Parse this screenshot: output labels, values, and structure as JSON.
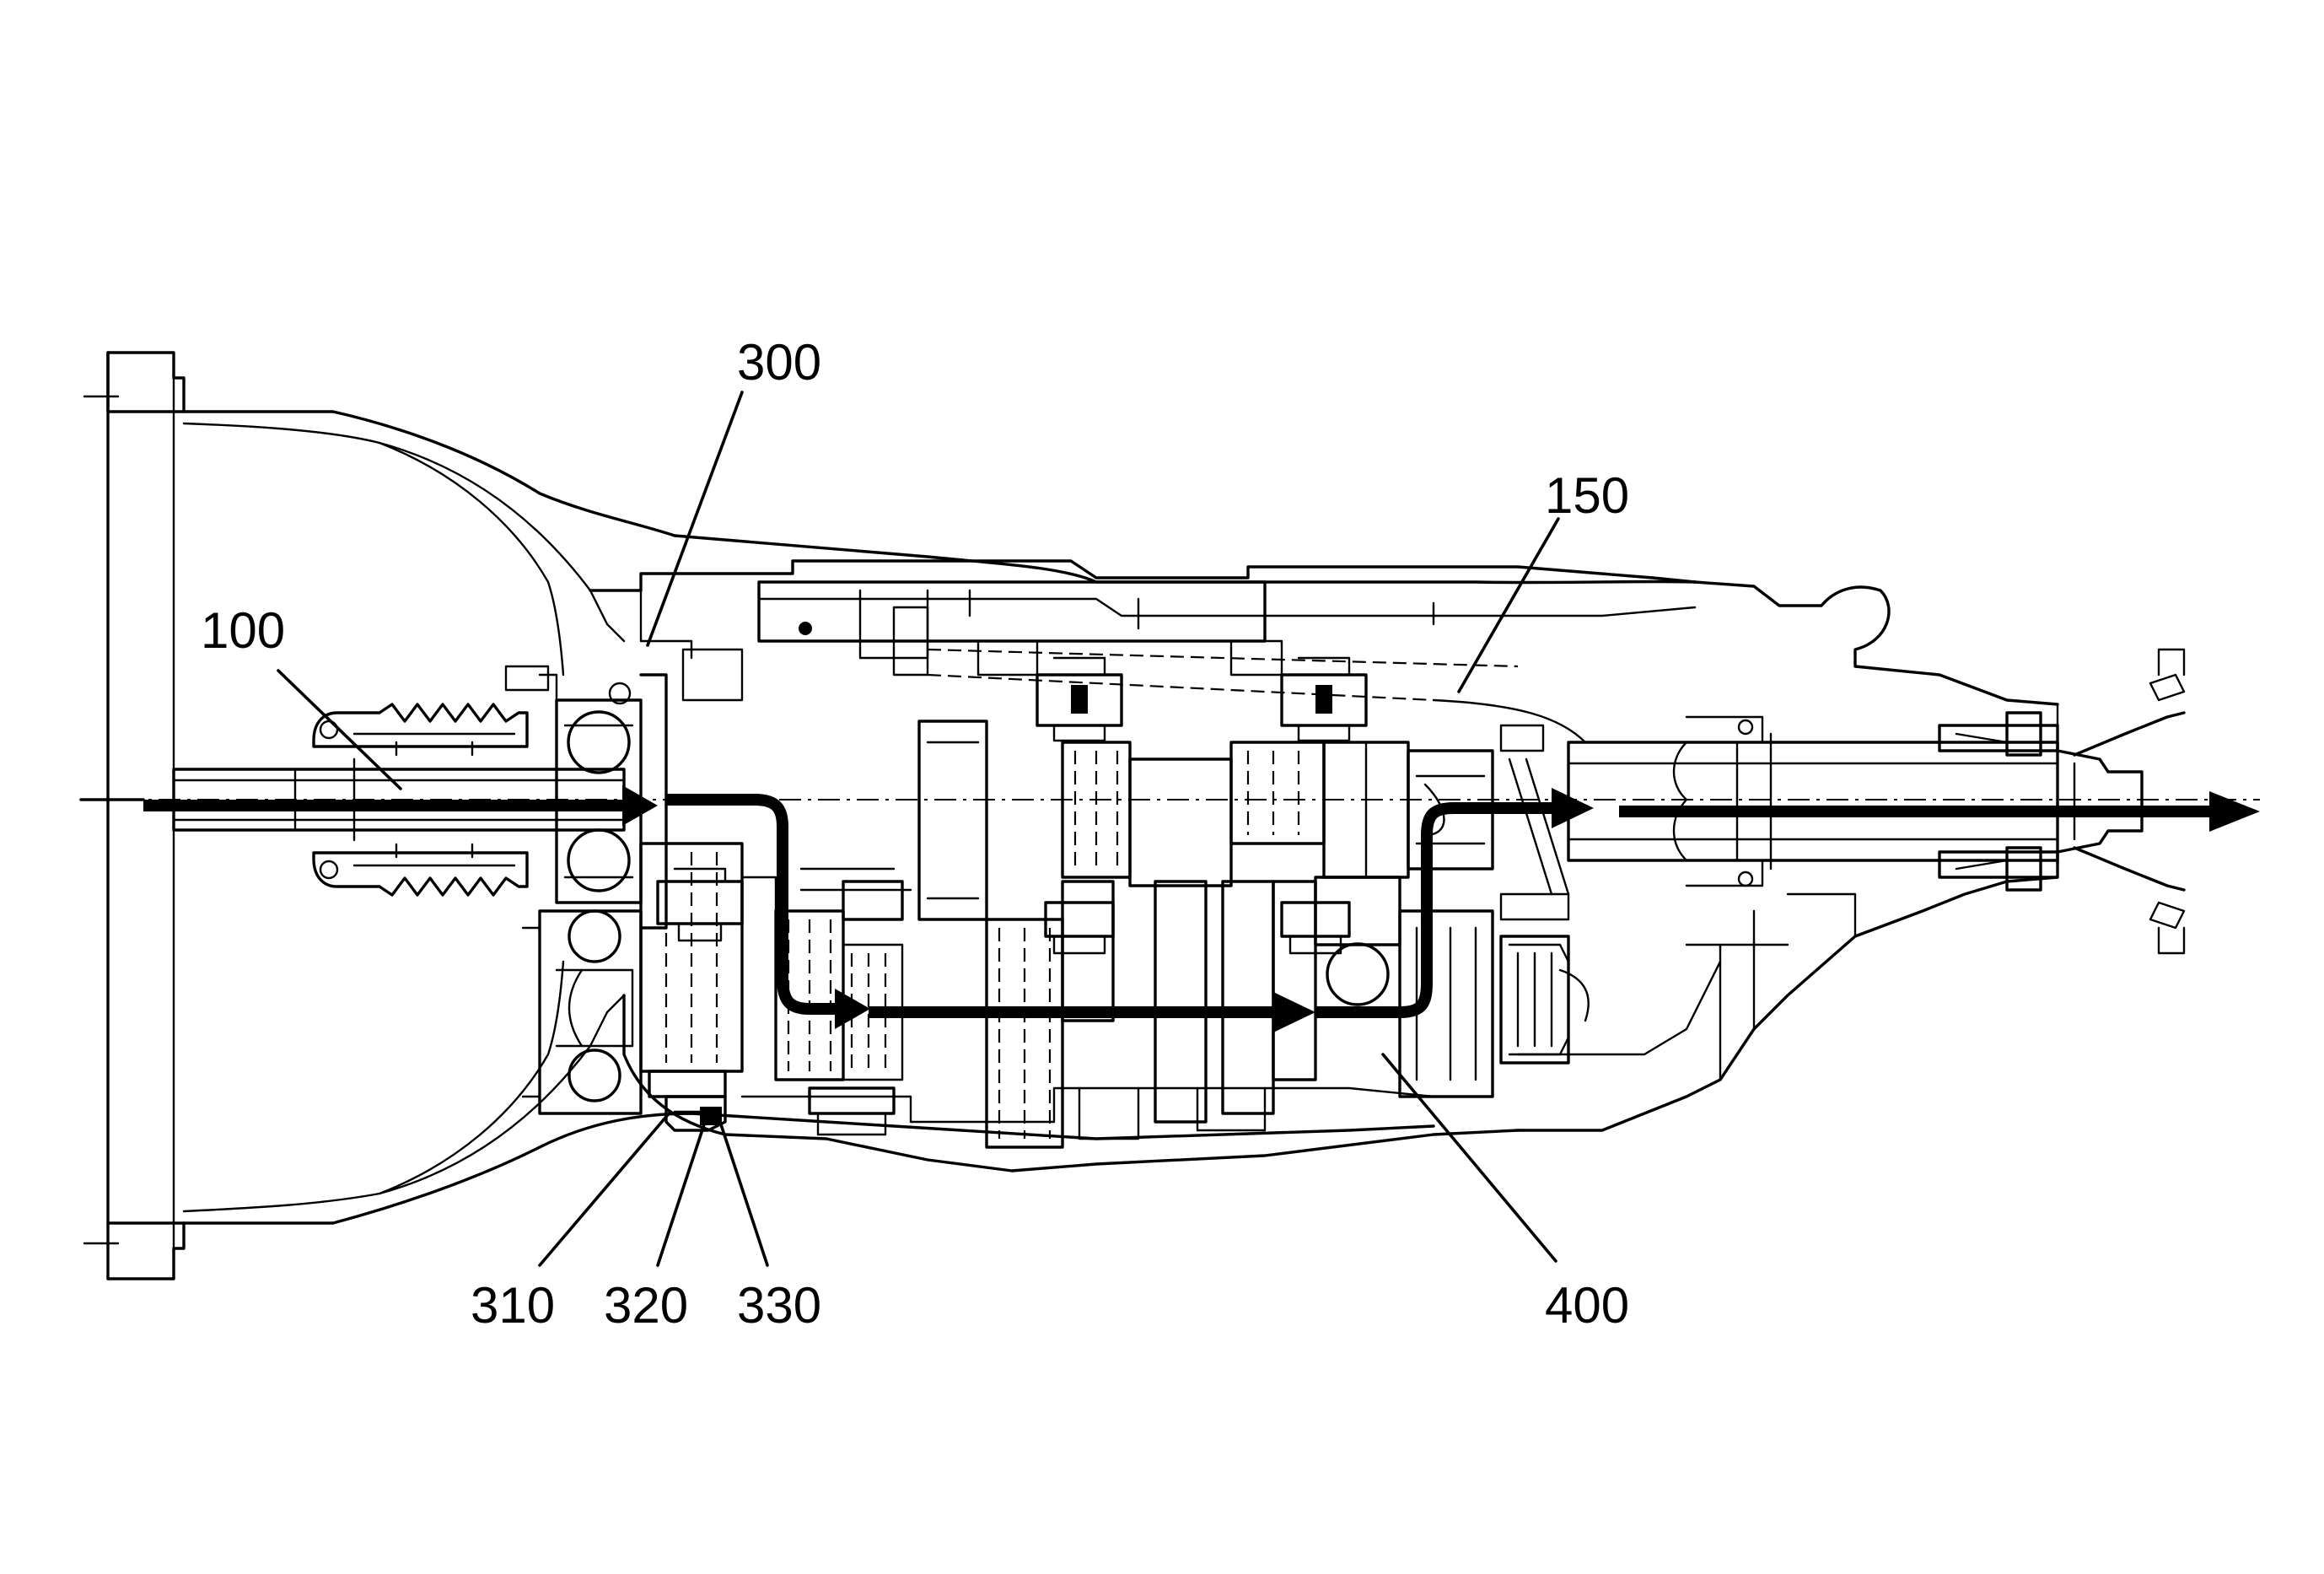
{
  "labels": [
    {
      "id": "100",
      "text": "100"
    },
    {
      "id": "150",
      "text": "150"
    },
    {
      "id": "300",
      "text": "300"
    },
    {
      "id": "310",
      "text": "310"
    },
    {
      "id": "320",
      "text": "320"
    },
    {
      "id": "330",
      "text": "330"
    },
    {
      "id": "400",
      "text": "400"
    }
  ]
}
